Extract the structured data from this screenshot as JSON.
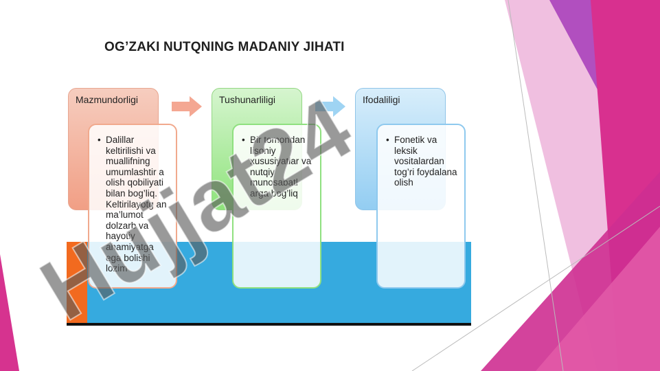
{
  "title": "OG’ZAKI NUTQNING MADANIY JIHATI",
  "columns": [
    {
      "header": "Mazmundorligi",
      "bullet": "•",
      "text": "Dalillar keltirilishi va muallifning umumlashtir a olish qobiliyati bilan bog’liq. Keltirilayotg an ma’lumot dolzarb va hayotiy ahamiyatga ega bolishi lozim"
    },
    {
      "header": "Tushunarliligi",
      "bullet": "•",
      "text": "Bir tomondan lisoniy xususiyatlar va nutqiy munosabatl arga bog’liq"
    },
    {
      "header": "Ifodaliligi",
      "bullet": "•",
      "text": "Fonetik va leksik vositalardan tog’ri foydalana olish"
    }
  ],
  "watermark": "Hujjat24",
  "colors": {
    "accent_pink": "#d6338f",
    "accent_purple": "#9b3fb0",
    "band_blue": "#36aadf",
    "band_orange": "#f26a1f"
  }
}
